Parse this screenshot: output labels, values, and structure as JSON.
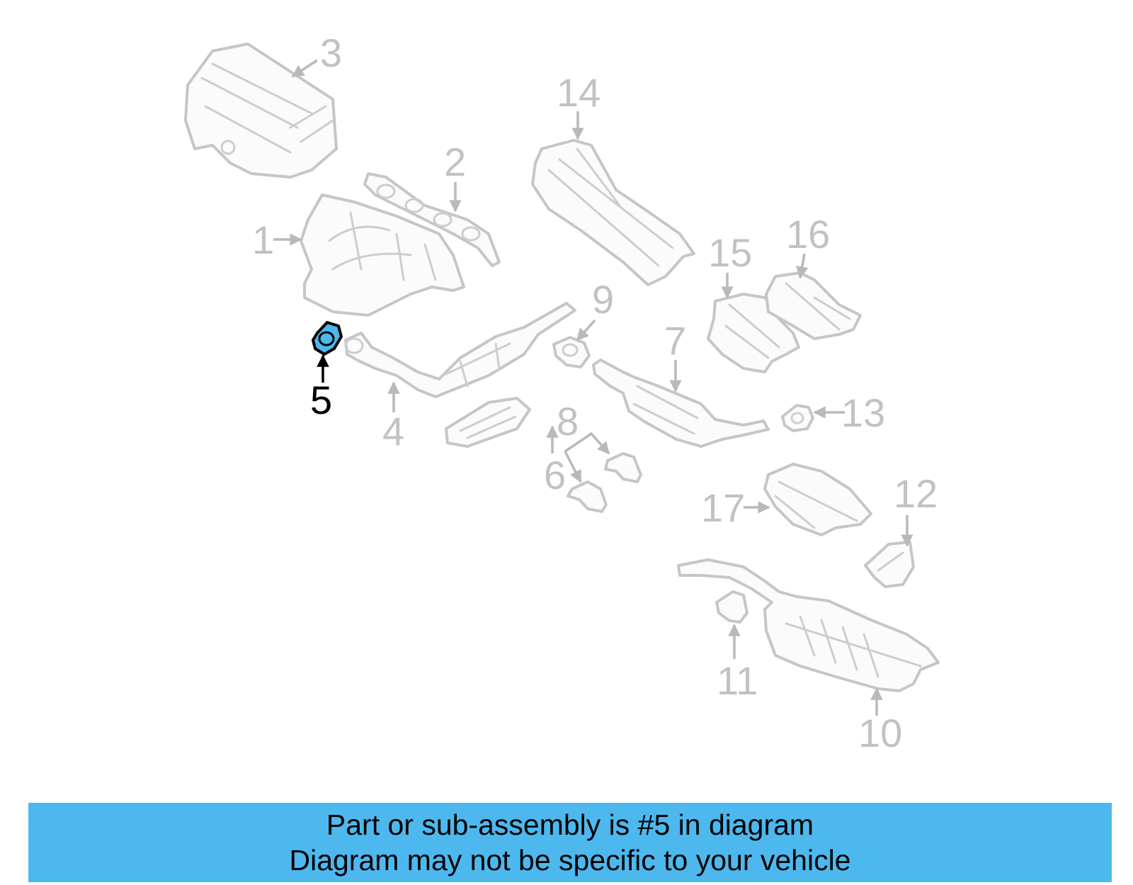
{
  "callouts": [
    {
      "id": "1",
      "label": "1",
      "highlighted": false
    },
    {
      "id": "2",
      "label": "2",
      "highlighted": false
    },
    {
      "id": "3",
      "label": "3",
      "highlighted": false
    },
    {
      "id": "4",
      "label": "4",
      "highlighted": false
    },
    {
      "id": "5",
      "label": "5",
      "highlighted": true
    },
    {
      "id": "6",
      "label": "6",
      "highlighted": false
    },
    {
      "id": "7",
      "label": "7",
      "highlighted": false
    },
    {
      "id": "8",
      "label": "8",
      "highlighted": false
    },
    {
      "id": "9",
      "label": "9",
      "highlighted": false
    },
    {
      "id": "10",
      "label": "10",
      "highlighted": false
    },
    {
      "id": "11",
      "label": "11",
      "highlighted": false
    },
    {
      "id": "12",
      "label": "12",
      "highlighted": false
    },
    {
      "id": "13",
      "label": "13",
      "highlighted": false
    },
    {
      "id": "14",
      "label": "14",
      "highlighted": false
    },
    {
      "id": "15",
      "label": "15",
      "highlighted": false
    },
    {
      "id": "16",
      "label": "16",
      "highlighted": false
    },
    {
      "id": "17",
      "label": "17",
      "highlighted": false
    }
  ],
  "banner": {
    "line1": "Part or sub-assembly is #5 in diagram",
    "line2": "Diagram may not be specific to your vehicle"
  },
  "colors": {
    "highlight": "#4db8ee",
    "banner": "#4db8ee",
    "part_outline": "#c6c6c6",
    "label_inactive": "#c2c2c2",
    "label_active": "#000000"
  }
}
